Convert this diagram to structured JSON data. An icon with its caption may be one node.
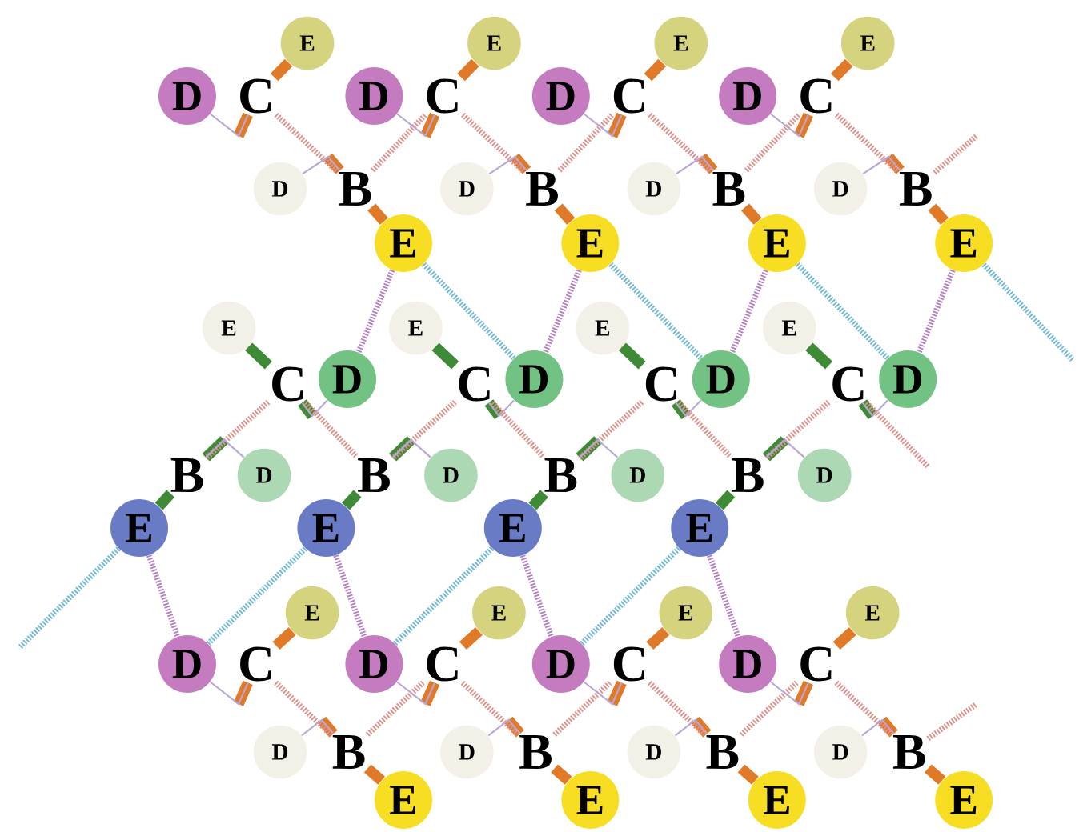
{
  "diagram": {
    "nodes": [
      {
        "text": [
          "D"
        ]
      },
      {
        "text": [
          "C"
        ]
      },
      {
        "text": [
          "E"
        ]
      },
      {
        "text": [
          "D"
        ]
      },
      {
        "text": [
          "B"
        ]
      },
      {
        "text": [
          "E"
        ]
      },
      {
        "text": [
          "D"
        ]
      },
      {
        "text": [
          "C"
        ]
      },
      {
        "text": [
          "E"
        ]
      },
      {
        "text": [
          "D"
        ]
      },
      {
        "text": [
          "B"
        ]
      },
      {
        "text": [
          "E"
        ]
      },
      {
        "text": [
          "D"
        ]
      },
      {
        "text": [
          "C"
        ]
      },
      {
        "text": [
          "E"
        ]
      },
      {
        "text": [
          "D"
        ]
      },
      {
        "text": [
          "B"
        ]
      },
      {
        "text": [
          "E"
        ]
      },
      {
        "text": [
          "D"
        ]
      },
      {
        "text": [
          "C"
        ]
      },
      {
        "text": [
          "E"
        ]
      },
      {
        "text": [
          "D"
        ]
      },
      {
        "text": [
          "B"
        ]
      },
      {
        "text": [
          "E"
        ]
      },
      {
        "text": [
          "E"
        ]
      },
      {
        "text": [
          "C"
        ]
      },
      {
        "text": [
          "D"
        ]
      },
      {
        "text": [
          "D"
        ]
      },
      {
        "text": [
          "B"
        ]
      },
      {
        "text": [
          "E"
        ]
      },
      {
        "text": [
          "E"
        ]
      },
      {
        "text": [
          "C"
        ]
      },
      {
        "text": [
          "D"
        ]
      },
      {
        "text": [
          "D"
        ]
      },
      {
        "text": [
          "B"
        ]
      },
      {
        "text": [
          "E"
        ]
      },
      {
        "text": [
          "E"
        ]
      },
      {
        "text": [
          "C"
        ]
      },
      {
        "text": [
          "D"
        ]
      },
      {
        "text": [
          "D"
        ]
      },
      {
        "text": [
          "B"
        ]
      },
      {
        "text": [
          "E"
        ]
      },
      {
        "text": [
          "E"
        ]
      },
      {
        "text": [
          "C"
        ]
      },
      {
        "text": [
          "D"
        ]
      },
      {
        "text": [
          "D"
        ]
      },
      {
        "text": [
          "B"
        ]
      },
      {
        "text": [
          "E"
        ]
      },
      {
        "text": [
          "D"
        ]
      },
      {
        "text": [
          "C"
        ]
      },
      {
        "text": [
          "E"
        ]
      },
      {
        "text": [
          "D"
        ]
      },
      {
        "text": [
          "B"
        ]
      },
      {
        "text": [
          "E"
        ]
      },
      {
        "text": [
          "D"
        ]
      },
      {
        "text": [
          "C"
        ]
      },
      {
        "text": [
          "E"
        ]
      },
      {
        "text": [
          "D"
        ]
      },
      {
        "text": [
          "B"
        ]
      },
      {
        "text": [
          "E"
        ]
      },
      {
        "text": [
          "D"
        ]
      },
      {
        "text": [
          "C"
        ]
      },
      {
        "text": [
          "E"
        ]
      },
      {
        "text": [
          "D"
        ]
      },
      {
        "text": [
          "B"
        ]
      },
      {
        "text": [
          "E"
        ]
      },
      {
        "text": [
          "D"
        ]
      },
      {
        "text": [
          "C"
        ]
      },
      {
        "text": [
          "E"
        ]
      },
      {
        "text": [
          "D"
        ]
      },
      {
        "text": [
          "B"
        ]
      },
      {
        "text": [
          "E"
        ]
      }
    ],
    "edges": [
      {
        "from": 2,
        "to": 1,
        "arrow": "none",
        "style": "thick",
        "color": "#e07a28"
      },
      {
        "from": 1,
        "to": 0,
        "arrow": "none"
      },
      {
        "from": 1,
        "to": 4,
        "arrow": "none",
        "style": "dashed",
        "color": "#e0908a"
      },
      {
        "from": 4,
        "to": 5,
        "arrow": "none",
        "style": "thick",
        "color": "#e07a28"
      },
      {
        "from": 3,
        "to": 4,
        "arrow": "none"
      },
      {
        "from": 4,
        "to": 7,
        "arrow": "none",
        "style": "dashed",
        "color": "#e0908a"
      },
      {
        "from": 5,
        "to": 26,
        "arrow": "none",
        "style": "dashed",
        "color": "#b47fc4"
      },
      {
        "from": 5,
        "to": 32,
        "arrow": "none",
        "style": "dashed",
        "color": "#6fb8d8"
      },
      {
        "from": 8,
        "to": 7,
        "arrow": "none",
        "style": "thick",
        "color": "#e07a28"
      },
      {
        "from": 7,
        "to": 6,
        "arrow": "none"
      },
      {
        "from": 7,
        "to": 10,
        "arrow": "none",
        "style": "dashed",
        "color": "#e0908a"
      },
      {
        "from": 10,
        "to": 11,
        "arrow": "none",
        "style": "thick",
        "color": "#e07a28"
      },
      {
        "from": 9,
        "to": 10,
        "arrow": "none"
      },
      {
        "from": 10,
        "to": 13,
        "arrow": "none",
        "style": "dashed",
        "color": "#e0908a"
      },
      {
        "from": 11,
        "to": 32,
        "arrow": "none",
        "style": "dashed",
        "color": "#b47fc4"
      },
      {
        "from": 11,
        "to": 38,
        "arrow": "none",
        "style": "dashed",
        "color": "#6fb8d8"
      },
      {
        "from": 14,
        "to": 13,
        "arrow": "none",
        "style": "thick",
        "color": "#e07a28"
      },
      {
        "from": 13,
        "to": 12,
        "arrow": "none"
      },
      {
        "from": 13,
        "to": 16,
        "arrow": "none",
        "style": "dashed",
        "color": "#e0908a"
      },
      {
        "from": 16,
        "to": 17,
        "arrow": "none",
        "style": "thick",
        "color": "#e07a28"
      },
      {
        "from": 15,
        "to": 16,
        "arrow": "none"
      },
      {
        "from": 16,
        "to": 19,
        "arrow": "none",
        "style": "dashed",
        "color": "#e0908a"
      },
      {
        "from": 17,
        "to": 38,
        "arrow": "none",
        "style": "dashed",
        "color": "#b47fc4"
      },
      {
        "from": 17,
        "to": 44,
        "arrow": "none",
        "style": "dashed",
        "color": "#6fb8d8"
      },
      {
        "from": 20,
        "to": 19,
        "arrow": "none",
        "style": "thick",
        "color": "#e07a28"
      },
      {
        "from": 19,
        "to": 18,
        "arrow": "none"
      },
      {
        "from": 19,
        "to": 22,
        "arrow": "none",
        "style": "dashed",
        "color": "#e0908a"
      },
      {
        "from": 22,
        "to": 23,
        "arrow": "none",
        "style": "thick",
        "color": "#e07a28"
      },
      {
        "from": 21,
        "to": 22,
        "arrow": "none"
      },
      {
        "from": 22,
        "to": null,
        "arrow": "none",
        "style": "dashed",
        "color": "#e0908a"
      },
      {
        "from": 23,
        "to": 44,
        "arrow": "none",
        "style": "dashed",
        "color": "#b47fc4"
      },
      {
        "from": 23,
        "to": null,
        "arrow": "none",
        "style": "dashed",
        "color": "#6fb8d8"
      },
      {
        "from": 24,
        "to": 25,
        "arrow": "none",
        "style": "thick",
        "color": "#3e8a36"
      },
      {
        "from": 25,
        "to": 26,
        "arrow": "none"
      },
      {
        "from": 25,
        "to": 28,
        "arrow": "none",
        "style": "dashed",
        "color": "#e0908a"
      },
      {
        "from": 28,
        "to": 29,
        "arrow": "none",
        "style": "thick",
        "color": "#3e8a36"
      },
      {
        "from": 27,
        "to": 28,
        "arrow": "none"
      },
      {
        "from": 25,
        "to": 34,
        "arrow": "none",
        "style": "dashed",
        "color": "#e0908a"
      },
      {
        "from": 29,
        "to": 48,
        "arrow": "none",
        "style": "dashed",
        "color": "#b47fc4"
      },
      {
        "from": 29,
        "to": null,
        "arrow": "none",
        "style": "dashed",
        "color": "#6fb8d8"
      },
      {
        "from": 30,
        "to": 31,
        "arrow": "none",
        "style": "thick",
        "color": "#3e8a36"
      },
      {
        "from": 31,
        "to": 32,
        "arrow": "none"
      },
      {
        "from": 31,
        "to": 34,
        "arrow": "none",
        "style": "dashed",
        "color": "#e0908a"
      },
      {
        "from": 34,
        "to": 35,
        "arrow": "none",
        "style": "thick",
        "color": "#3e8a36"
      },
      {
        "from": 33,
        "to": 34,
        "arrow": "none"
      },
      {
        "from": 31,
        "to": 40,
        "arrow": "none",
        "style": "dashed",
        "color": "#e0908a"
      },
      {
        "from": 35,
        "to": 54,
        "arrow": "none",
        "style": "dashed",
        "color": "#b47fc4"
      },
      {
        "from": 35,
        "to": 48,
        "arrow": "none",
        "style": "dashed",
        "color": "#6fb8d8"
      },
      {
        "from": 36,
        "to": 37,
        "arrow": "none",
        "style": "thick",
        "color": "#3e8a36"
      },
      {
        "from": 37,
        "to": 38,
        "arrow": "none"
      },
      {
        "from": 37,
        "to": 40,
        "arrow": "none",
        "style": "dashed",
        "color": "#e0908a"
      },
      {
        "from": 40,
        "to": 41,
        "arrow": "none",
        "style": "thick",
        "color": "#3e8a36"
      },
      {
        "from": 39,
        "to": 40,
        "arrow": "none"
      },
      {
        "from": 37,
        "to": 46,
        "arrow": "none",
        "style": "dashed",
        "color": "#e0908a"
      },
      {
        "from": 41,
        "to": 60,
        "arrow": "none",
        "style": "dashed",
        "color": "#b47fc4"
      },
      {
        "from": 41,
        "to": 54,
        "arrow": "none",
        "style": "dashed",
        "color": "#6fb8d8"
      },
      {
        "from": 42,
        "to": 43,
        "arrow": "none",
        "style": "thick",
        "color": "#3e8a36"
      },
      {
        "from": 43,
        "to": 44,
        "arrow": "none"
      },
      {
        "from": 43,
        "to": 46,
        "arrow": "none",
        "style": "dashed",
        "color": "#e0908a"
      },
      {
        "from": 46,
        "to": 47,
        "arrow": "none",
        "style": "thick",
        "color": "#3e8a36"
      },
      {
        "from": 45,
        "to": 46,
        "arrow": "none"
      },
      {
        "from": 43,
        "to": null,
        "arrow": "none",
        "style": "dashed",
        "color": "#e0908a"
      },
      {
        "from": 47,
        "to": 66,
        "arrow": "none",
        "style": "dashed",
        "color": "#b47fc4"
      },
      {
        "from": 47,
        "to": 60,
        "arrow": "none",
        "style": "dashed",
        "color": "#6fb8d8"
      },
      {
        "from": 50,
        "to": 49,
        "arrow": "none",
        "style": "thick",
        "color": "#e07a28"
      },
      {
        "from": 49,
        "to": 48,
        "arrow": "none"
      },
      {
        "from": 49,
        "to": 52,
        "arrow": "none",
        "style": "dashed",
        "color": "#e0908a"
      },
      {
        "from": 52,
        "to": 53,
        "arrow": "none",
        "style": "thick",
        "color": "#e07a28"
      },
      {
        "from": 51,
        "to": 52,
        "arrow": "none"
      },
      {
        "from": 52,
        "to": 55,
        "arrow": "none",
        "style": "dashed",
        "color": "#e0908a"
      },
      {
        "from": 56,
        "to": 55,
        "arrow": "none",
        "style": "thick",
        "color": "#e07a28"
      },
      {
        "from": 55,
        "to": 54,
        "arrow": "none"
      },
      {
        "from": 55,
        "to": 58,
        "arrow": "none",
        "style": "dashed",
        "color": "#e0908a"
      },
      {
        "from": 58,
        "to": 59,
        "arrow": "none",
        "style": "thick",
        "color": "#e07a28"
      },
      {
        "from": 57,
        "to": 58,
        "arrow": "none"
      },
      {
        "from": 58,
        "to": 61,
        "arrow": "none",
        "style": "dashed",
        "color": "#e0908a"
      },
      {
        "from": 62,
        "to": 61,
        "arrow": "none",
        "style": "thick",
        "color": "#e07a28"
      },
      {
        "from": 61,
        "to": 60,
        "arrow": "none"
      },
      {
        "from": 61,
        "to": 64,
        "arrow": "none",
        "style": "dashed",
        "color": "#e0908a"
      },
      {
        "from": 64,
        "to": 65,
        "arrow": "none",
        "style": "thick",
        "color": "#e07a28"
      },
      {
        "from": 63,
        "to": 64,
        "arrow": "none"
      },
      {
        "from": 64,
        "to": 67,
        "arrow": "none",
        "style": "dashed",
        "color": "#e0908a"
      },
      {
        "from": 68,
        "to": 67,
        "arrow": "none",
        "style": "thick",
        "color": "#e07a28"
      },
      {
        "from": 67,
        "to": 66,
        "arrow": "none"
      },
      {
        "from": 67,
        "to": 70,
        "arrow": "none",
        "style": "dashed",
        "color": "#e0908a"
      },
      {
        "from": 70,
        "to": 71,
        "arrow": "none",
        "style": "thick",
        "color": "#e07a28"
      },
      {
        "from": 69,
        "to": 70,
        "arrow": "none"
      },
      {
        "from": 70,
        "to": null,
        "arrow": "none",
        "style": "dashed",
        "color": "#e0908a"
      }
    ]
  }
}
